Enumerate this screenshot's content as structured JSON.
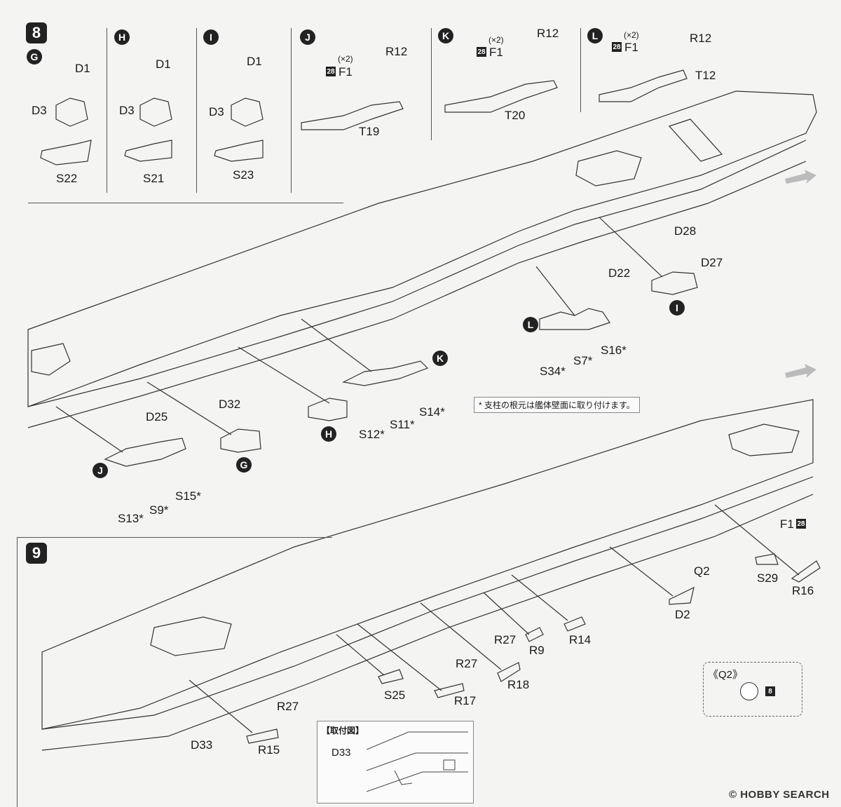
{
  "steps": {
    "step8": "8",
    "step9": "9"
  },
  "sub_steps": {
    "G": {
      "letter": "G",
      "parts": [
        "D1",
        "D3",
        "S22"
      ]
    },
    "H": {
      "letter": "H",
      "parts": [
        "D1",
        "D3",
        "S21"
      ]
    },
    "I": {
      "letter": "I",
      "parts": [
        "D1",
        "D3",
        "S23"
      ]
    },
    "J": {
      "letter": "J",
      "qty": "(×2)",
      "sprue": "28",
      "parts": [
        "F1",
        "R12",
        "T19"
      ]
    },
    "K": {
      "letter": "K",
      "qty": "(×2)",
      "sprue": "28",
      "parts": [
        "F1",
        "R12",
        "T20"
      ]
    },
    "L": {
      "letter": "L",
      "qty": "(×2)",
      "sprue": "28",
      "parts": [
        "F1",
        "R12",
        "T12"
      ]
    }
  },
  "step8_callouts": {
    "D28": "D28",
    "D27": "D27",
    "D22": "D22",
    "S34": "S34*",
    "S7": "S7*",
    "S16": "S16*",
    "S14": "S14*",
    "S11": "S11*",
    "S12": "S12*",
    "D32": "D32",
    "D25": "D25",
    "S15": "S15*",
    "S9": "S9*",
    "S13": "S13*",
    "mark_L": "L",
    "mark_I": "I",
    "mark_K": "K",
    "mark_H": "H",
    "mark_G": "G",
    "mark_J": "J"
  },
  "note": "* 支柱の根元は艦体壁面に取り付けます。",
  "step9_callouts": {
    "F1": "F1",
    "F1_sprue": "28",
    "Q2": "Q2",
    "S29": "S29",
    "R16": "R16",
    "D2": "D2",
    "R14": "R14",
    "R27a": "R27",
    "R9": "R9",
    "R27b": "R27",
    "R18": "R18",
    "S25": "S25",
    "R17": "R17",
    "R27c": "R27",
    "D33": "D33",
    "R15": "R15"
  },
  "q2_inset": {
    "title": "《Q2》",
    "sprue": "8"
  },
  "mount_inset": {
    "title": "【取付図】",
    "part": "D33"
  },
  "watermark": "© HOBBY SEARCH"
}
